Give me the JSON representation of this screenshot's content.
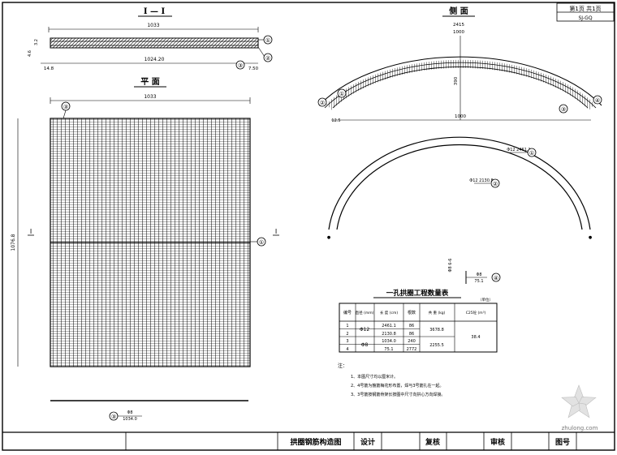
{
  "sheet": {
    "page_no": "第1页 共1页",
    "drawing_code": "SJ-GQ"
  },
  "views": {
    "section": {
      "title": "I — I",
      "length": "1033",
      "inner": "1024.20",
      "dim_left": "14.8",
      "dim_right": "7.50",
      "thick_a": "3.2",
      "thick_b": "4.6"
    },
    "plan": {
      "title": "平 面",
      "length": "1033",
      "height": "1076.8",
      "section_mark": "I",
      "bottom_label_a": "Φ8",
      "bottom_label_b": "1034.0"
    },
    "elevation": {
      "title": "侧 面",
      "outer": "2415",
      "inner": "1000",
      "rise": "390",
      "span": "1000",
      "base_left": "12.5"
    }
  },
  "rebar_labels": {
    "r1": "Φ12 2461.1",
    "r2": "Φ12 2130.8",
    "r3_left": "Φ8 1034.0",
    "r4_a": "Φ8",
    "r4_b": "75.1",
    "r4_side": "Φ8 6-6"
  },
  "callouts": [
    "①",
    "②",
    "③",
    "④"
  ],
  "table": {
    "title": "一孔拱圈工程数量表",
    "unit": "（单位）",
    "headers": [
      "编号",
      "直径 (mm)",
      "长 度 (cm)",
      "根数",
      "共 重 (kg)",
      "C25砼 (m³)"
    ],
    "rows": [
      {
        "no": "1",
        "dia": "Φ12",
        "len": "2461.1",
        "count": "86",
        "weight": "3678.8",
        "concrete": "38.4"
      },
      {
        "no": "2",
        "dia": "",
        "len": "2130.8",
        "count": "86",
        "weight": "",
        "concrete": ""
      },
      {
        "no": "3",
        "dia": "Φ8",
        "len": "1034.0",
        "count": "240",
        "weight": "2255.5",
        "concrete": ""
      },
      {
        "no": "4",
        "dia": "",
        "len": "75.1",
        "count": "2772",
        "weight": "",
        "concrete": ""
      }
    ]
  },
  "notes": {
    "heading": "注：",
    "items": [
      "1、本图尺寸均以厘米计。",
      "2、4号筋为箍筋梅花形布置，焊与3号筋扎在一起。",
      "3、3号筋按钢筋骨架长按图中尺寸向拱心方向焊接。"
    ]
  },
  "title_block": {
    "drawing_title": "拱圈钢筋构造图",
    "design": "设计",
    "check": "复核",
    "review": "审核",
    "drawing_no": "图号"
  },
  "watermark": "zhulong.com"
}
